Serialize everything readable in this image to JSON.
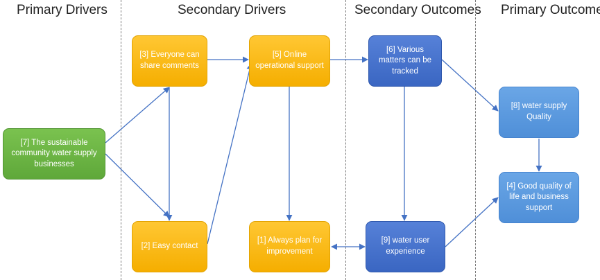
{
  "headers": {
    "primary_drivers": "Primary Drivers",
    "secondary_drivers": "Secondary Drivers",
    "secondary_outcomes": "Secondary Outcomes",
    "primary_outcomes": "Primary Outcomes"
  },
  "nodes": {
    "n7": "[7] The sustainable community water supply businesses",
    "n3": "[3] Everyone can share comments",
    "n2": "[2] Easy contact",
    "n5": "[5] Online operational support",
    "n1": "[1] Always plan for improvement",
    "n6": "[6] Various matters can be tracked",
    "n9": "[9] water user experience",
    "n8": "[8] water supply Quality",
    "n4": "[4] Good quality of life and business support"
  },
  "colors": {
    "primary_driver": "#6db443",
    "secondary_driver": "#fbb900",
    "secondary_outcome": "#4472c4",
    "primary_outcome": "#5b9bd5",
    "arrow": "#4472c4"
  }
}
